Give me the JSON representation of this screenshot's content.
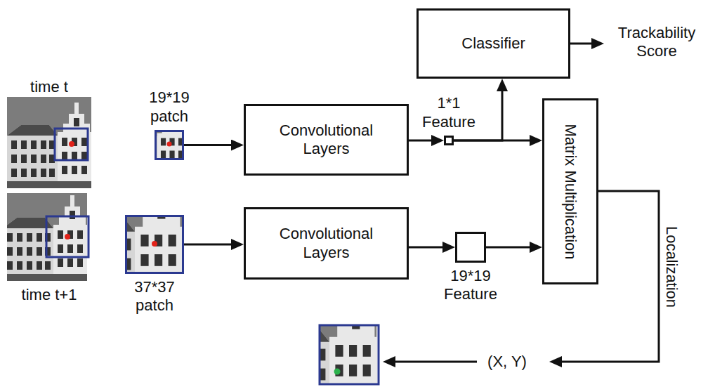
{
  "diagram": {
    "nodes": [
      {
        "text": [
          "Classifier"
        ]
      },
      {
        "text": [
          "19*19 patch"
        ]
      },
      {
        "text": [
          "Convolutional Layers"
        ]
      },
      {
        "text": [
          "1*1 Feature"
        ]
      },
      {
        "text": [
          "Matrix Multiplication"
        ]
      },
      {
        "text": [
          "37*37 patch"
        ]
      },
      {
        "text": [
          "Convolutional Layers"
        ]
      },
      {
        "text": [
          "19*19 Feature"
        ]
      }
    ],
    "edges": [
      {
        "from": 1,
        "to": 2,
        "arrow": "to"
      },
      {
        "from": 2,
        "to": 3,
        "arrow": "to"
      },
      {
        "from": 3,
        "to": 0,
        "arrow": "to"
      },
      {
        "from": 3,
        "to": 4,
        "arrow": "to"
      },
      {
        "from": 5,
        "to": 6,
        "arrow": "to"
      },
      {
        "from": 6,
        "to": 7,
        "arrow": "to"
      },
      {
        "from": 7,
        "to": 4,
        "arrow": "to"
      }
    ],
    "labels": [
      "time t",
      "time t+1",
      "Trackability Score",
      "Localization",
      "(X, Y)"
    ]
  }
}
